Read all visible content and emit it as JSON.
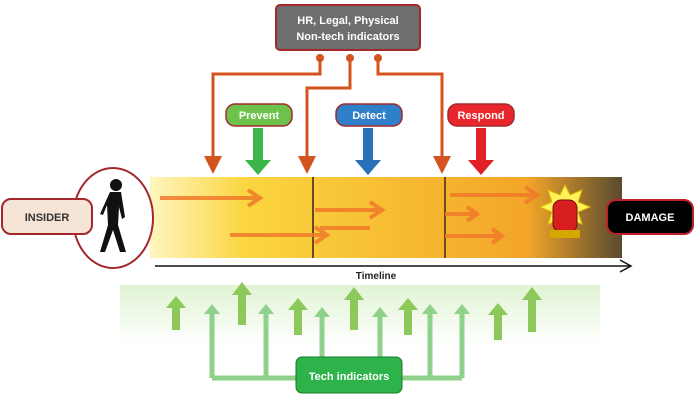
{
  "top_box": {
    "line1": "HR, Legal, Physical",
    "line2": "Non-tech indicators"
  },
  "phases": [
    {
      "label": "Prevent",
      "color": "#6cc24a"
    },
    {
      "label": "Detect",
      "color": "#2f7fc9"
    },
    {
      "label": "Respond",
      "color": "#e8262b"
    }
  ],
  "insider_label": "INSIDER",
  "damage_label": "DAMAGE",
  "timeline_label": "Timeline",
  "tech_label": "Tech indicators",
  "colors": {
    "orange_line": "#d4531f",
    "band_start": "#fbe27a",
    "band_end": "#f0a020",
    "tech_green": "#2db34a"
  }
}
